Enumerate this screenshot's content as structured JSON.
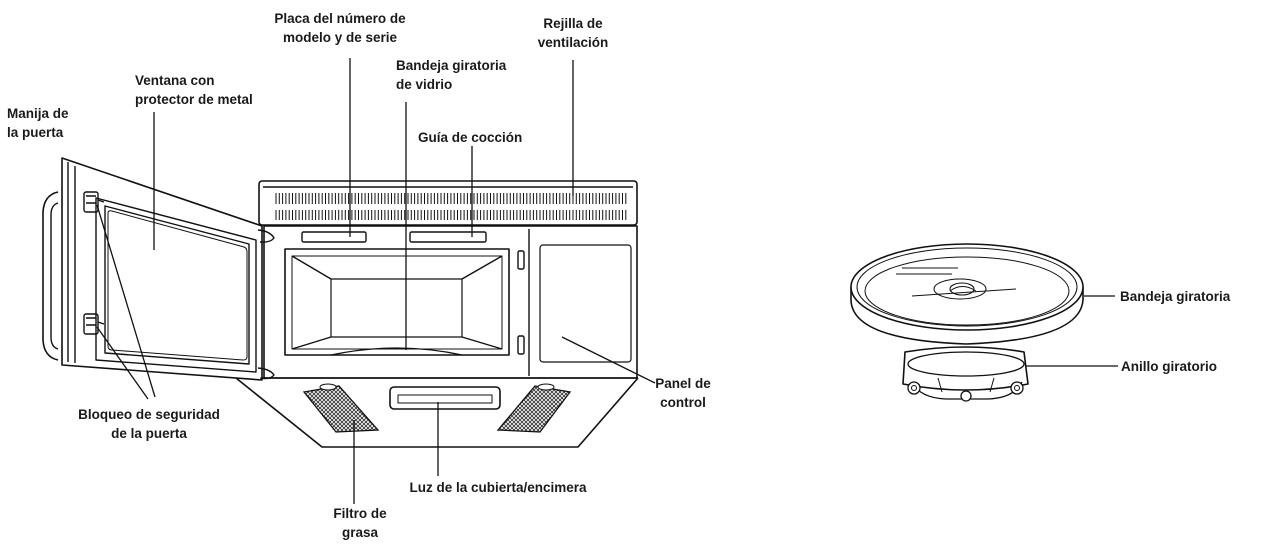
{
  "labels": {
    "model_plate": [
      "Placa del número de",
      "modelo y de serie"
    ],
    "vent_grille": [
      "Rejilla de",
      "ventilación"
    ],
    "glass_tray": [
      "Bandeja giratoria",
      "de vidrio"
    ],
    "window": [
      "Ventana con",
      "protector de metal"
    ],
    "door_handle": [
      "Manija de",
      "la puerta"
    ],
    "cooking_guide": [
      "Guía de cocción"
    ],
    "door_lock": [
      "Bloqueo de seguridad",
      "de la puerta"
    ],
    "control_panel": [
      "Panel de",
      "control"
    ],
    "cooktop_light": [
      "Luz de la cubierta/encimera"
    ],
    "grease_filter": [
      "Filtro de",
      "grasa"
    ],
    "turntable": [
      "Bandeja giratoria"
    ],
    "turntable_ring": [
      "Anillo giratorio"
    ]
  }
}
